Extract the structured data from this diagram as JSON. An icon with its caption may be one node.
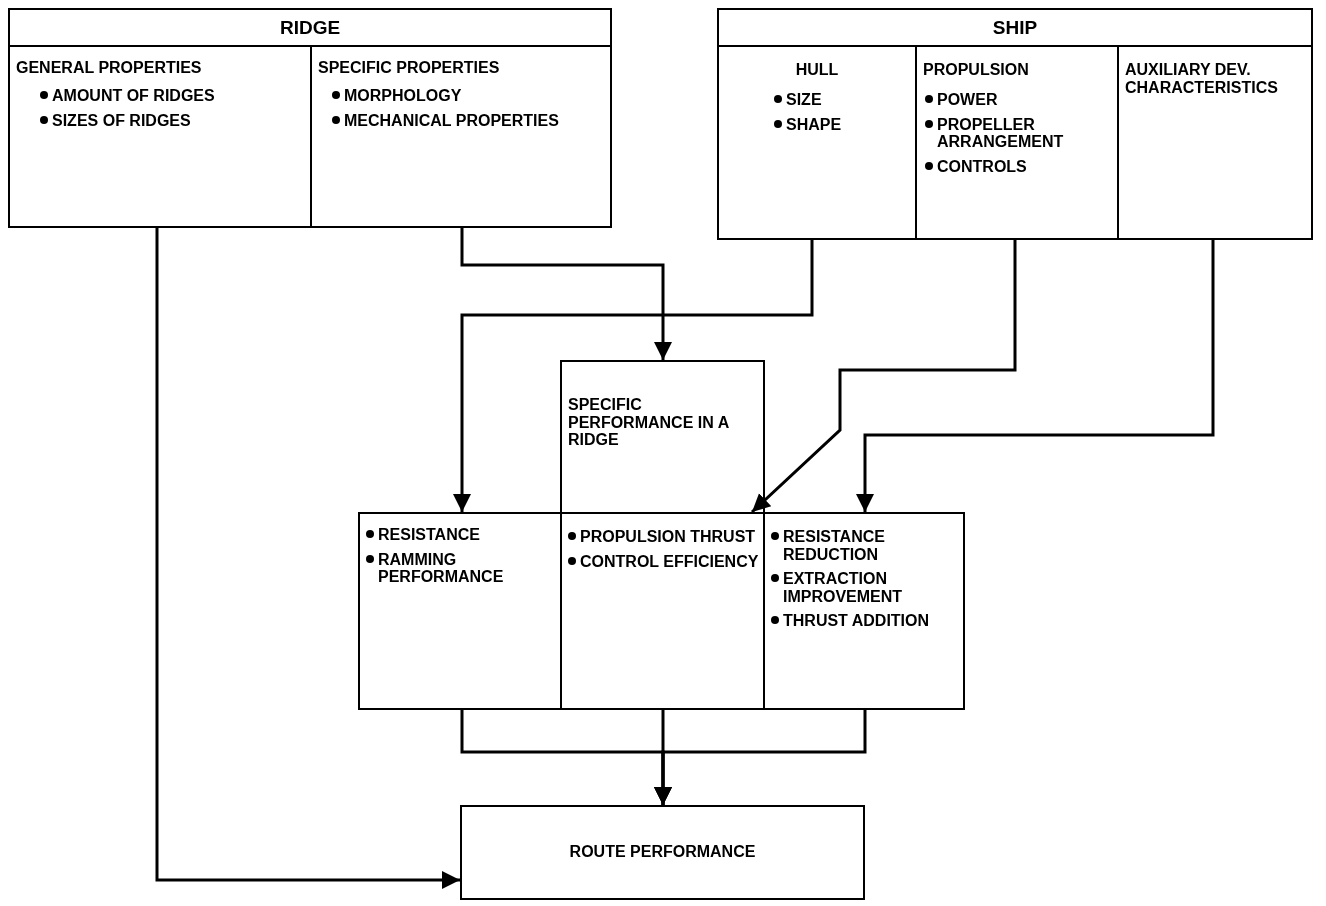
{
  "diagram": {
    "nodes": [
      {
        "text": [
          "RIDGE"
        ]
      },
      {
        "text": [
          "GENERAL PROPERTIES",
          "AMOUNT OF RIDGES",
          "SIZES OF RIDGES"
        ],
        "in": 0
      },
      {
        "text": [
          "SPECIFIC PROPERTIES",
          "MORPHOLOGY",
          "MECHANICAL PROPERTIES"
        ],
        "in": 0
      },
      {
        "text": [
          "SHIP"
        ]
      },
      {
        "text": [
          "HULL",
          "SIZE",
          "SHAPE"
        ],
        "in": 3
      },
      {
        "text": [
          "PROPULSION",
          "POWER",
          "PROPELLER ARRANGEMENT",
          "CONTROLS"
        ],
        "in": 3
      },
      {
        "text": [
          "AUXILIARY DEV. CHARACTERISTICS"
        ],
        "in": 3
      },
      {
        "text": [
          "SPECIFIC PERFORMANCE IN A RIDGE"
        ]
      },
      {
        "text": [
          "RESISTANCE",
          "RAMMING PERFORMANCE"
        ]
      },
      {
        "text": [
          "PROPULSION THRUST",
          "CONTROL EFFICIENCY"
        ]
      },
      {
        "text": [
          "RESISTANCE REDUCTION",
          "EXTRACTION IMPROVEMENT",
          "THRUST ADDITION"
        ]
      },
      {
        "text": [
          "ROUTE PERFORMANCE"
        ]
      }
    ],
    "edges": [
      {
        "from": 1,
        "to": 11,
        "arrow": "to"
      },
      {
        "from": 2,
        "to": 7,
        "arrow": "to"
      },
      {
        "from": 4,
        "to": 8,
        "arrow": "to"
      },
      {
        "from": 5,
        "to": 9,
        "arrow": "to"
      },
      {
        "from": 6,
        "to": 10,
        "arrow": "to"
      },
      {
        "from": 8,
        "to": 11,
        "arrow": "to"
      },
      {
        "from": 9,
        "to": 11,
        "arrow": "to"
      },
      {
        "from": 10,
        "to": 11,
        "arrow": "to"
      }
    ]
  }
}
